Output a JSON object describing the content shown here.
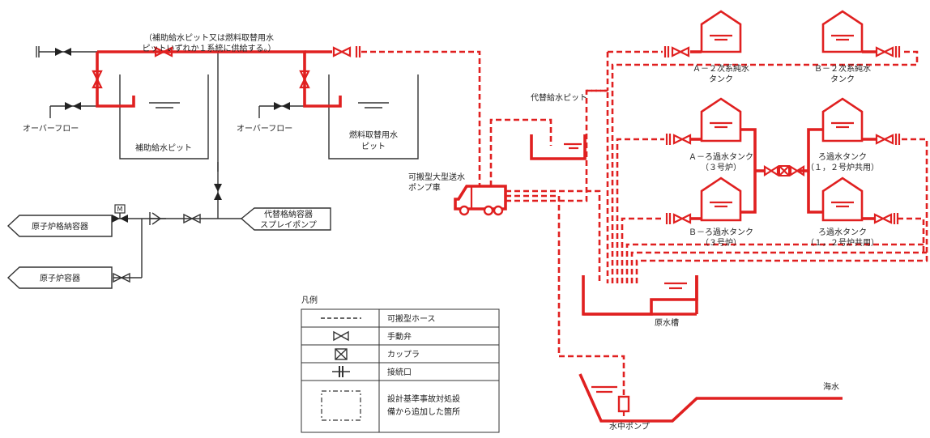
{
  "colors": {
    "red": "#e02020",
    "black": "#333333"
  },
  "labels": {
    "note_line1": "（補助給水ピット又は燃料取替用水",
    "note_line2": "ピットいずれか１系統に供給する。）",
    "overflow_left": "オーバーフロー",
    "overflow_right": "オーバーフロー",
    "aux_pit": "補助給水ピット",
    "fuel_pit_1": "燃料取替用水",
    "fuel_pit_2": "ピット",
    "motor": "M",
    "pcv_vessel": "原子炉格納容器",
    "reactor_vessel": "原子炉容器",
    "spray_pump_1": "代替格納容器",
    "spray_pump_2": "スプレイポンプ",
    "alt_pit": "代替給水ピット",
    "truck_1": "可搬型大型送水",
    "truck_2": "ポンプ車",
    "tankA2_1": "Ａ－２次系純水",
    "tankA2_2": "タンク",
    "tankB2_1": "Ｂ－２次系純水",
    "tankB2_2": "タンク",
    "filtA_1": "Ａ－ろ過水タンク",
    "filtA_2": "（３号炉）",
    "filtB_1": "Ｂ－ろ過水タンク",
    "filtB_2": "（３号炉）",
    "filt12a_1": "ろ過水タンク",
    "filt12a_2": "（１，２号炉共用）",
    "filt12b_1": "ろ過水タンク",
    "filt12b_2": "（１，２号炉共用）",
    "raw_tank": "原水槽",
    "seawater": "海水",
    "sub_pump": "水中ポンプ"
  },
  "legend": {
    "title": "凡例",
    "items": [
      {
        "symbol": "dashed-line",
        "label": "可搬型ホース"
      },
      {
        "symbol": "manual-valve-icon",
        "label": "手動弁"
      },
      {
        "symbol": "coupler-icon",
        "label": "カップラ"
      },
      {
        "symbol": "connection-port-icon",
        "label": "接続口"
      },
      {
        "symbol": "dashed-box",
        "label": "設計基準事故対処設",
        "label2": "備から追加した箇所"
      }
    ]
  }
}
